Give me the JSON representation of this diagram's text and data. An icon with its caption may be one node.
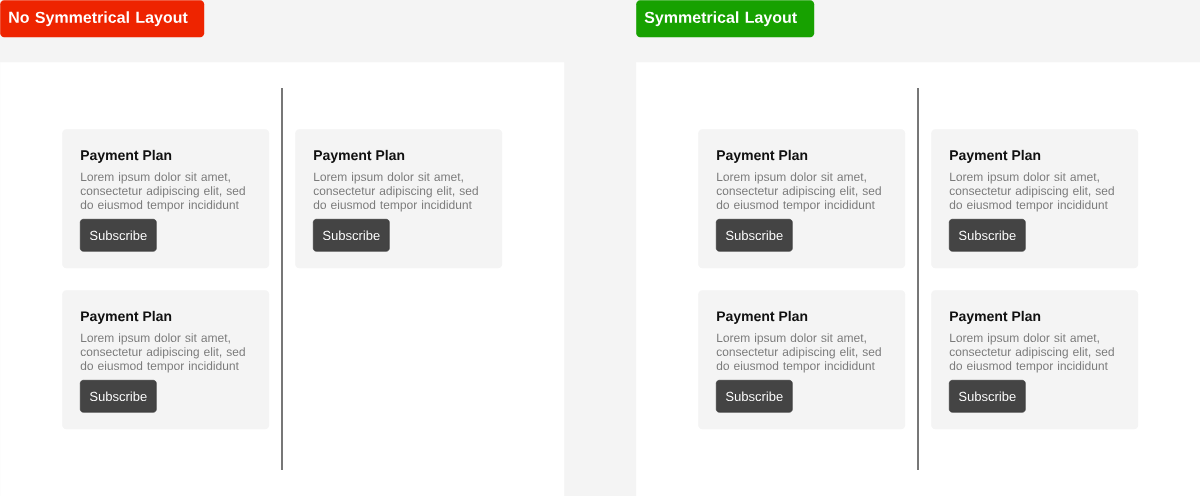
{
  "diagram": {
    "nodes": [
      {
        "text": [
          "No Symmetrical Layout"
        ]
      },
      {
        "text": [],
        "shape": "box"
      },
      {
        "text": [
          "Payment Plan",
          "Lorem ipsum dolor sit amet, consectetur adipiscing elit, sed do eiusmod tempor incididunt"
        ],
        "in": 1
      },
      {
        "text": [
          "Subscribe"
        ],
        "in": 2
      },
      {
        "text": [
          "Payment Plan",
          "Lorem ipsum dolor sit amet, consectetur adipiscing elit, sed do eiusmod tempor incididunt"
        ],
        "in": 1
      },
      {
        "text": [
          "Subscribe"
        ],
        "in": 4
      },
      {
        "text": [
          "Payment Plan",
          "Lorem ipsum dolor sit amet, consectetur adipiscing elit, sed do eiusmod tempor incididunt"
        ],
        "in": 1
      },
      {
        "text": [
          "Subscribe"
        ],
        "in": 6
      },
      {
        "text": [
          "Symmetrical Layout"
        ]
      },
      {
        "text": [],
        "shape": "box"
      },
      {
        "text": [
          "Payment Plan",
          "Lorem ipsum dolor sit amet, consectetur adipiscing elit, sed do eiusmod tempor incididunt"
        ],
        "in": 9
      },
      {
        "text": [
          "Subscribe"
        ],
        "in": 10
      },
      {
        "text": [
          "Payment Plan",
          "Lorem ipsum dolor sit amet, consectetur adipiscing elit, sed do eiusmod tempor incididunt"
        ],
        "in": 9
      },
      {
        "text": [
          "Subscribe"
        ],
        "in": 12
      },
      {
        "text": [
          "Payment Plan",
          "Lorem ipsum dolor sit amet, consectetur adipiscing elit, sed do eiusmod tempor incididunt"
        ],
        "in": 9
      },
      {
        "text": [
          "Subscribe"
        ],
        "in": 14
      },
      {
        "text": [
          "Payment Plan",
          "Lorem ipsum dolor sit amet, consectetur adipiscing elit, sed do eiusmod tempor incididunt"
        ],
        "in": 9
      },
      {
        "text": [
          "Subscribe"
        ],
        "in": 16
      }
    ]
  }
}
